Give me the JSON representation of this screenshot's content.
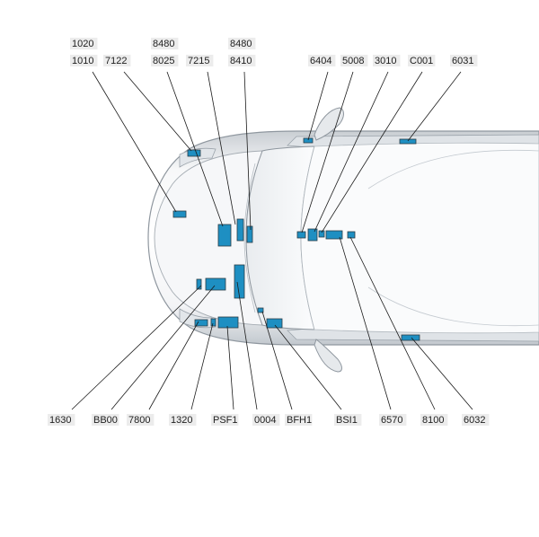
{
  "colors": {
    "component": "#1e8fc2",
    "component_dark": "#12607f",
    "leader": "#1a1a1a",
    "label_bg": "#ececec",
    "body_light": "#f4f6f8",
    "body_mid": "#d3d8dd",
    "body_dark": "#9aa2aa"
  },
  "labels": {
    "top": [
      "1020",
      "1010",
      "7122",
      "8480",
      "8025",
      "7215",
      "8480",
      "8410",
      "6404",
      "5008",
      "3010",
      "C001",
      "6031"
    ],
    "bottom": [
      "1630",
      "BB00",
      "7800",
      "1320",
      "PSF1",
      "0004",
      "BFH1",
      "BSI1",
      "6570",
      "8100",
      "6032"
    ]
  }
}
